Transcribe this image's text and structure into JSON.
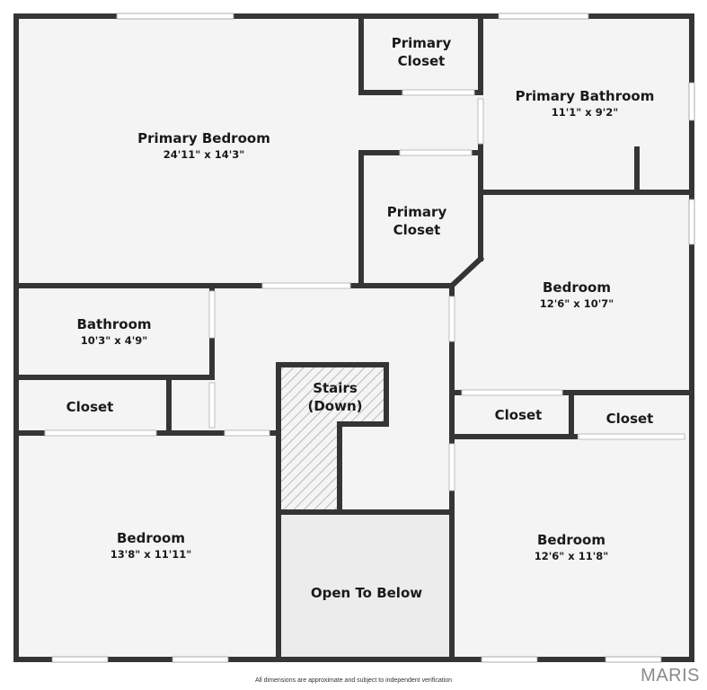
{
  "colors": {
    "wall": "#353535",
    "floor": "#f4f4f4",
    "open": "#ececec",
    "window": "#ffffff"
  },
  "rooms": {
    "primary_bedroom": {
      "name": "Primary Bedroom",
      "dims": "24'11\" x 14'3\""
    },
    "primary_closet_top": {
      "name_l1": "Primary",
      "name_l2": "Closet"
    },
    "primary_bathroom": {
      "name": "Primary Bathroom",
      "dims": "11'1\" x 9'2\""
    },
    "primary_closet_mid": {
      "name_l1": "Primary",
      "name_l2": "Closet"
    },
    "bedroom_right": {
      "name": "Bedroom",
      "dims": "12'6\" x 10'7\""
    },
    "bathroom": {
      "name": "Bathroom",
      "dims": "10'3\" x 4'9\""
    },
    "closet_left": {
      "name": "Closet"
    },
    "stairs": {
      "name_l1": "Stairs",
      "name_l2": "(Down)"
    },
    "closet_mid": {
      "name": "Closet"
    },
    "closet_right": {
      "name": "Closet"
    },
    "bedroom_bottom_left": {
      "name": "Bedroom",
      "dims": "13'8\" x 11'11\""
    },
    "open_to_below": {
      "name": "Open To Below"
    },
    "bedroom_bottom_right": {
      "name": "Bedroom",
      "dims": "12'6\" x 11'8\""
    }
  },
  "footer": {
    "disclaimer": "All dimensions are approximate and subject to independent verification"
  },
  "brand": {
    "logo": "MARIS"
  }
}
